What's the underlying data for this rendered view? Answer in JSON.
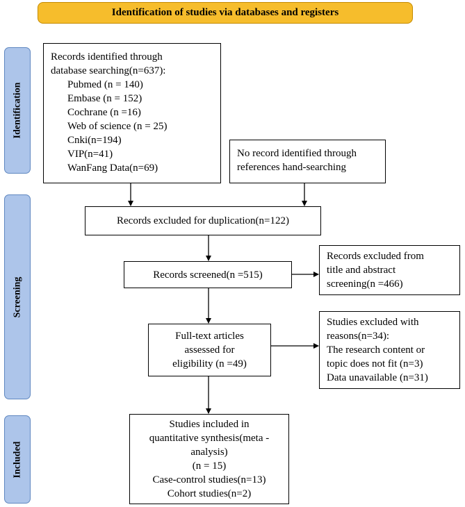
{
  "header": {
    "title": "Identification of studies via databases and registers"
  },
  "phases": {
    "identification": "Identification",
    "screening": "Screening",
    "included": "Included"
  },
  "records_identified": {
    "heading_line1": "Records identified through",
    "heading_line2": "database searching(n=637):",
    "sources": [
      "Pubmed (n = 140)",
      "Embase (n = 152)",
      "Cochrane (n =16)",
      "Web of science (n = 25)",
      "Cnki(n=194)",
      "VIP(n=41)",
      "WanFang Data(n=69)"
    ]
  },
  "hand_search": {
    "line1": "No record identified through",
    "line2": "references hand-searching"
  },
  "duplication": {
    "text": "Records excluded for duplication(n=122)"
  },
  "screened": {
    "text": "Records screened(n =515)"
  },
  "excluded_title": {
    "line1": "Records excluded from",
    "line2": "title and abstract",
    "line3": "screening(n =466)"
  },
  "fulltext": {
    "line1": "Full-text articles",
    "line2": "assessed for",
    "line3": "eligibility (n =49)"
  },
  "excluded_reasons": {
    "line1": "Studies excluded with",
    "line2": "reasons(n=34):",
    "line3": "The research content or",
    "line4": "topic does not fit (n=3)",
    "line5": "Data unavailable (n=31)"
  },
  "included": {
    "line1": "Studies included in",
    "line2": "quantitative synthesis(meta -",
    "line3": "analysis)",
    "line4": "(n = 15)",
    "line5": "Case-control studies(n=13)",
    "line6": "Cohort studies(n=2)"
  },
  "colors": {
    "header_fill": "#f6bd2c",
    "phase_fill": "#adc5ea",
    "phase_border": "#5f87c0"
  }
}
